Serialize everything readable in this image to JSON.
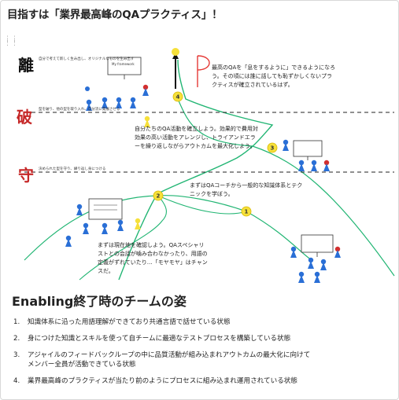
{
  "header": {
    "title": "目指すは「業界最高峰のQAプラクティス」！"
  },
  "board": {
    "ha": {
      "kanji": "離",
      "note": "自分で考えて新しく生み出し、オリジナルなものを生み出す"
    },
    "shu_ha_label": {
      "kanji": "破",
      "note": "型を破り、他の型を取り入れ、自分流に発展させる"
    },
    "shu": {
      "kanji": "守",
      "note": "決められた型を守り、繰り返し身につける"
    },
    "goal_label": "My framework",
    "step4": "最高のQAを「息をするように」できるようになろう。その頃には誰に話しても恥ずかしくないプラクティスが確立されているはず。",
    "step3": "自分たちのQA活動を確立しよう。効果的で費用対効果の高い活動をアレンジし、トライアンドエラーを繰り返しながらアウトカムを最大化しよう。",
    "step2": "まずはQAコーチから一般的な知識体系とテクニックを学ぼう。",
    "step1": "まずは現在地を確認しよう。QAスペシャリストとの会話が噛み合わなかったり、用語の定義がずれていたり…「モヤモヤ」はチャンスだ。",
    "badges": [
      "1",
      "2",
      "3",
      "4"
    ],
    "flag_letter": "P"
  },
  "section": {
    "title": "Enabling終了時のチームの姿",
    "items": [
      {
        "num": "1.",
        "text": "知識体系に沿った用語理解ができており共通言語で話せている状態"
      },
      {
        "num": "2.",
        "text": "身につけた知識とスキルを使って自チームに最適なテストプロセスを構築している状態"
      },
      {
        "num": "3.",
        "text": "アジャイルのフィードバックループの中に品質活動が組み込まれアウトカムの最大化に向けて"
      },
      {
        "num": "",
        "text": "メンバー全員が活動できている状態"
      },
      {
        "num": "4.",
        "text": "業界最高峰のプラクティスが当たり前のようにプロセスに組み込まれ運用されている状態"
      }
    ]
  },
  "colors": {
    "accent": "#f6e03a",
    "line": "#21b573",
    "flag": "#e53935",
    "blue": "#2a6fd6",
    "red": "#d32f2f"
  }
}
